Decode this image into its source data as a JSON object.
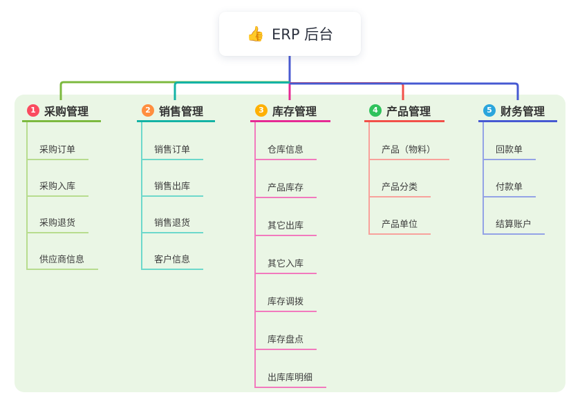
{
  "root": {
    "icon": "👍",
    "label": "ERP 后台"
  },
  "branches": [
    {
      "number": "1",
      "label": "采购管理",
      "badge_color": "#fa4b5f",
      "line_color": "#7cb93f",
      "child_line_color": "#b7dc8e",
      "children": [
        "采购订单",
        "采购入库",
        "采购退货",
        "供应商信息"
      ]
    },
    {
      "number": "2",
      "label": "销售管理",
      "badge_color": "#ff8e3f",
      "line_color": "#13b3a5",
      "child_line_color": "#6cd8cb",
      "children": [
        "销售订单",
        "销售出库",
        "销售退货",
        "客户信息"
      ]
    },
    {
      "number": "3",
      "label": "库存管理",
      "badge_color": "#feb002",
      "line_color": "#e52a94",
      "child_line_color": "#f279bd",
      "children": [
        "仓库信息",
        "产品库存",
        "其它出库",
        "其它入库",
        "库存调拨",
        "库存盘点",
        "出库库明细"
      ]
    },
    {
      "number": "4",
      "label": "产品管理",
      "badge_color": "#2fc25b",
      "line_color": "#f25049",
      "child_line_color": "#f8a19b",
      "children": [
        "产品（物料）",
        "产品分类",
        "产品单位"
      ]
    },
    {
      "number": "5",
      "label": "财务管理",
      "badge_color": "#2aa5dc",
      "line_color": "#4659d2",
      "child_line_color": "#93a2e6",
      "children": [
        "回款单",
        "付款单",
        "结算账户"
      ]
    }
  ],
  "colors": {
    "panel_bg": "#EAF6E5",
    "trunk": "#4a5ad1",
    "text": "#333333"
  }
}
